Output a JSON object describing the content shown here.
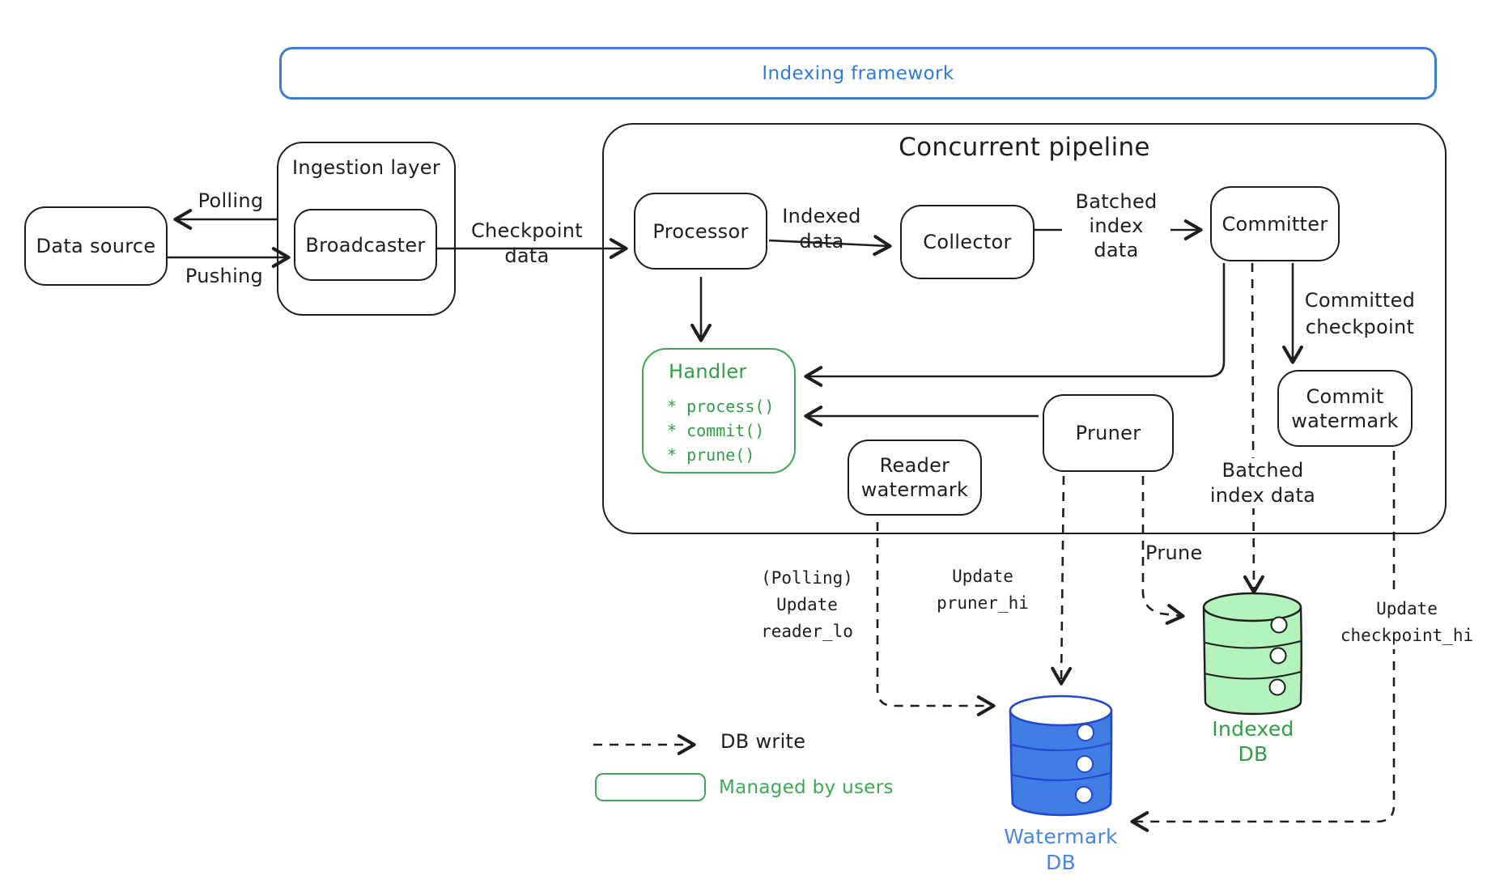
{
  "banner": {
    "label": "Indexing framework"
  },
  "nodes": {
    "data_source": "Data source",
    "ingestion_layer": "Ingestion layer",
    "broadcaster": "Broadcaster",
    "pipeline_title": "Concurrent pipeline",
    "processor": "Processor",
    "collector": "Collector",
    "committer": "Committer",
    "handler": {
      "title": "Handler",
      "methods": [
        "* process()",
        "* commit()",
        "* prune()"
      ]
    },
    "pruner": "Pruner",
    "reader_watermark": [
      "Reader",
      "watermark"
    ],
    "commit_watermark": [
      "Commit",
      "watermark"
    ],
    "watermark_db": [
      "Watermark",
      "DB"
    ],
    "indexed_db": [
      "Indexed",
      "DB"
    ]
  },
  "edges": {
    "polling": "Polling",
    "pushing": "Pushing",
    "checkpoint_data": [
      "Checkpoint",
      "data"
    ],
    "indexed_data": [
      "Indexed",
      "data"
    ],
    "batched_index_data_top": [
      "Batched",
      "index",
      "data"
    ],
    "committed_checkpoint": [
      "Committed",
      "checkpoint"
    ],
    "batched_index_data_bottom": [
      "Batched",
      "index data"
    ],
    "update_reader_lo": [
      "(Polling)",
      "Update",
      "reader_lo"
    ],
    "update_pruner_hi": [
      "Update",
      "pruner_hi"
    ],
    "prune": "Prune",
    "update_checkpoint_hi": [
      "Update",
      "checkpoint_hi"
    ]
  },
  "legend": {
    "db_write": "DB write",
    "managed_by_users": "Managed by users"
  },
  "colors": {
    "ink": "#1e1e1e",
    "blue_accent": "#2f7bd9",
    "green_accent": "#2f9e44",
    "handler_border_green": "#43a558",
    "watermark_db_fill": "#3f7de4",
    "watermark_db_stroke": "#2448cc",
    "watermark_db_label": "#4a86de",
    "indexed_db_fill": "#b2f2bb"
  }
}
